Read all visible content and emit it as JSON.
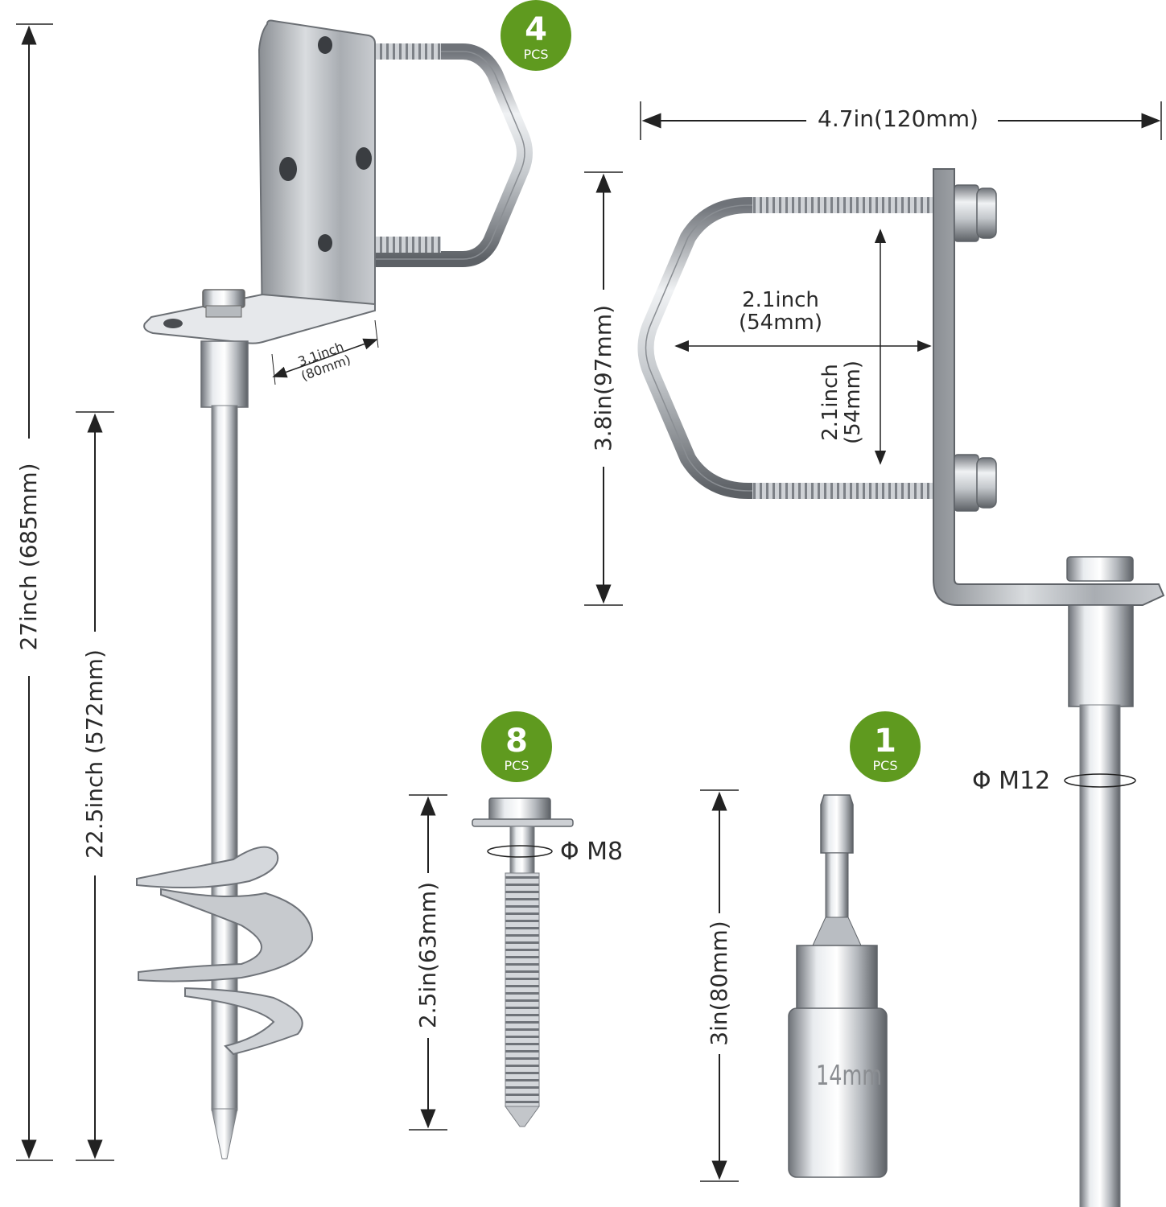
{
  "badges": {
    "bracket": {
      "count": "4",
      "unit": "PCS"
    },
    "screw": {
      "count": "8",
      "unit": "PCS"
    },
    "socket": {
      "count": "1",
      "unit": "PCS"
    }
  },
  "dimensions": {
    "total_length": "27inch (685mm)",
    "shaft_length": "22.5inch (572mm)",
    "plate_width_line1": "3.1inch",
    "plate_width_line2": "(80mm)",
    "bracket_width": "4.7in(120mm)",
    "bracket_height": "3.8in(97mm)",
    "ubolt_depth_line1": "2.1inch",
    "ubolt_depth_line2": "(54mm)",
    "ubolt_spacing_line1": "2.1inch",
    "ubolt_spacing_line2": "(54mm)",
    "screw_length": "2.5in(63mm)",
    "screw_diameter": "Φ M8",
    "socket_length": "3in(80mm)",
    "socket_size": "14mm",
    "rod_diameter": "Φ M12"
  },
  "colors": {
    "badge_green": "#5f9a1f",
    "steel_light": "#eef0f2",
    "steel_dark": "#7a7e84",
    "dimension_line": "#222222"
  }
}
